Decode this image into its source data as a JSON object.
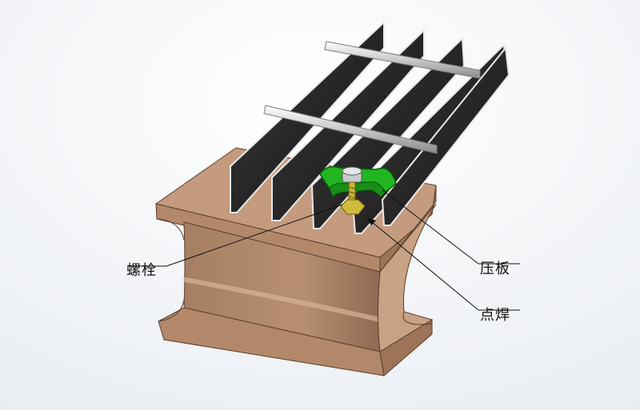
{
  "labels": {
    "bolt": "螺栓",
    "clamp_plate": "压板",
    "spot_weld": "点焊"
  },
  "colors": {
    "background_top": "#f3f5f8",
    "beam_face": "#b48a6c",
    "beam_top": "#c39a7d",
    "beam_edge": "#5a3e2c",
    "bearing_bar": "#2a2a2a",
    "bar_edge": "#e6e6e6",
    "cross_bar": "#d8d8d8",
    "clamp": "#1db11d",
    "nut": "#c7b23a",
    "bolt_head": "#bfc2c6",
    "leader": "#111111"
  },
  "icons": [
    "steel-grating",
    "i-beam",
    "clamp-clip",
    "bolt",
    "nut"
  ]
}
